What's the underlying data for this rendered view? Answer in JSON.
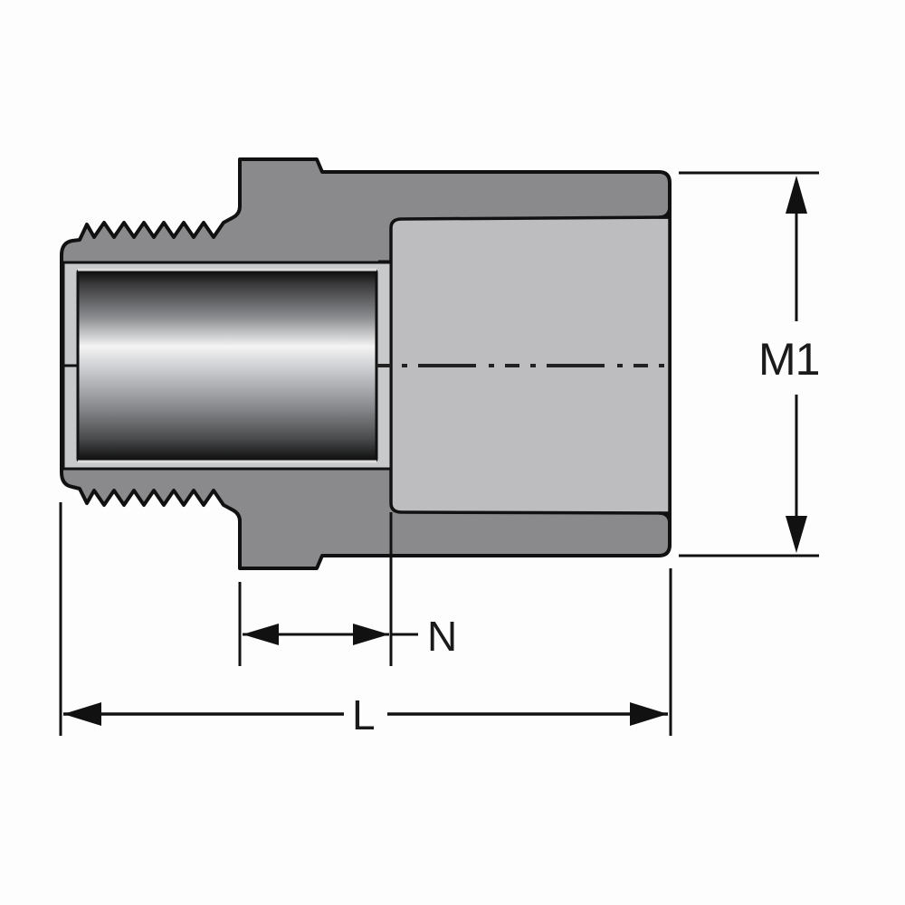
{
  "diagram": {
    "type": "technical-drawing",
    "subject": "pipe fitting (male adapter: MPT thread x socket)",
    "colors": {
      "body": "#8a8a8c",
      "socket_bore": "#bdbdc0",
      "outline": "#111111",
      "background": "#fdfdfd"
    },
    "dimensions": {
      "m1": {
        "label": "M1",
        "orientation": "vertical",
        "meaning": "outer diameter of socket end"
      },
      "n": {
        "label": "N",
        "orientation": "horizontal",
        "meaning": "hex/shoulder to socket bottom"
      },
      "l": {
        "label": "L",
        "orientation": "horizontal",
        "meaning": "overall length"
      }
    },
    "features": [
      {
        "name": "threaded-end",
        "description": "external tapered pipe thread on left end"
      },
      {
        "name": "hex-shoulder",
        "description": "raised shoulder behind thread"
      },
      {
        "name": "waterway-bore",
        "description": "cylindrical inner bore, shaded"
      },
      {
        "name": "socket",
        "description": "solvent-weld socket on right end"
      },
      {
        "name": "centerline",
        "description": "dash-dot axis line"
      }
    ]
  }
}
